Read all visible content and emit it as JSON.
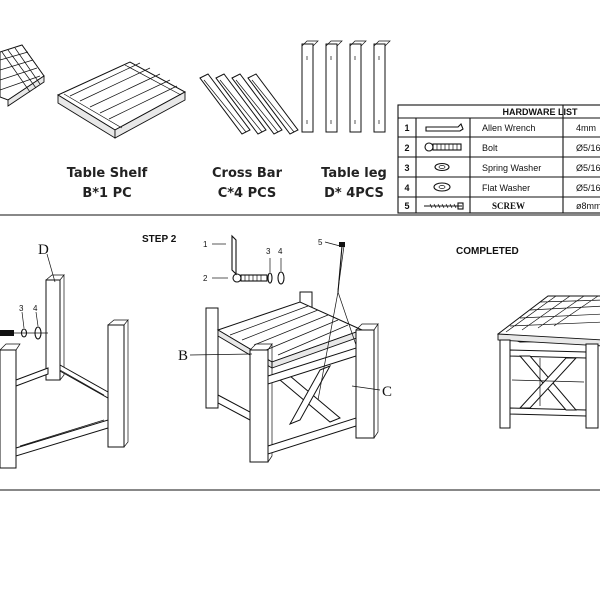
{
  "parts": [
    {
      "name": "Table Shelf",
      "qty": "B*1 PC"
    },
    {
      "name": "Cross Bar",
      "qty": "C*4 PCS"
    },
    {
      "name": "Table leg",
      "qty": "D* 4PCS"
    }
  ],
  "hardware": {
    "header": "HARDWARE   LIST",
    "rows": [
      {
        "num": "1",
        "name": "Allen Wrench",
        "spec": "4mm"
      },
      {
        "num": "2",
        "name": "Bolt",
        "spec": "Ø5/16"
      },
      {
        "num": "3",
        "name": "Spring Washer",
        "spec": "Ø5/16"
      },
      {
        "num": "4",
        "name": "Flat Washer",
        "spec": "Ø5/16"
      },
      {
        "num": "5",
        "name": "SCREW",
        "spec": "ø8mm"
      }
    ]
  },
  "step2": {
    "title": "STEP 2"
  },
  "completed": {
    "title": "COMPLETED"
  },
  "labels": {
    "d": "D",
    "b": "B",
    "c": "C",
    "n1": "1",
    "n2": "2",
    "n3": "3",
    "n4": "4",
    "n5": "5",
    "left_n3": "3",
    "left_n4": "4"
  }
}
